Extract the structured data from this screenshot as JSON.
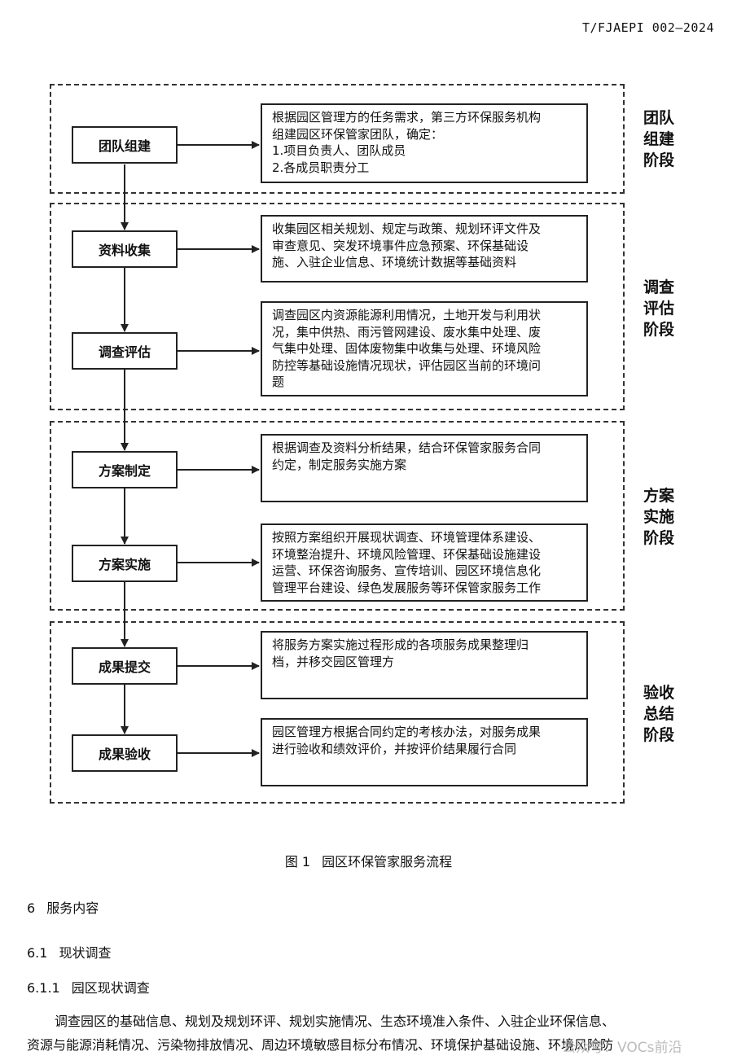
{
  "header": {
    "doc_id": "T/FJAEPI 002—2024"
  },
  "figure": {
    "stages": [
      {
        "label_lines": [
          "团队",
          "组建",
          "阶段"
        ]
      },
      {
        "label_lines": [
          "调查",
          "评估",
          "阶段"
        ]
      },
      {
        "label_lines": [
          "方案",
          "实施",
          "阶段"
        ]
      },
      {
        "label_lines": [
          "验收",
          "总结",
          "阶段"
        ]
      }
    ],
    "steps": [
      {
        "label": "团队组建",
        "desc_lines": [
          "根据园区管理方的任务需求，第三方环保服务机构",
          "组建园区环保管家团队，确定：",
          "1.项目负责人、团队成员",
          "2.各成员职责分工"
        ]
      },
      {
        "label": "资料收集",
        "desc_lines": [
          "收集园区相关规划、规定与政策、规划环评文件及",
          "审查意见、突发环境事件应急预案、环保基础设",
          "施、入驻企业信息、环境统计数据等基础资料"
        ]
      },
      {
        "label": "调查评估",
        "desc_lines": [
          "调查园区内资源能源利用情况，土地开发与利用状",
          "况，集中供热、雨污管网建设、废水集中处理、废",
          "气集中处理、固体废物集中收集与处理、环境风险",
          "防控等基础设施情况现状，评估园区当前的环境问",
          "题"
        ]
      },
      {
        "label": "方案制定",
        "desc_lines": [
          "根据调查及资料分析结果，结合环保管家服务合同",
          "约定，制定服务实施方案"
        ]
      },
      {
        "label": "方案实施",
        "desc_lines": [
          "按照方案组织开展现状调查、环境管理体系建设、",
          "环境整治提升、环境风险管理、环保基础设施建设",
          "运营、环保咨询服务、宣传培训、园区环境信息化",
          "管理平台建设、绿色发展服务等环保管家服务工作"
        ]
      },
      {
        "label": "成果提交",
        "desc_lines": [
          "将服务方案实施过程形成的各项服务成果整理归",
          "档，并移交园区管理方"
        ]
      },
      {
        "label": "成果验收",
        "desc_lines": [
          "园区管理方根据合同约定的考核办法，对服务成果",
          "进行验收和绩效评价，并按评价结果履行合同"
        ]
      }
    ],
    "caption_number": "图 1",
    "caption_title": "园区环保管家服务流程"
  },
  "section": {
    "h1_num": "6",
    "h1_title": "服务内容",
    "h2_num": "6.1",
    "h2_title": "现状调查",
    "h3_num": "6.1.1",
    "h3_title": "园区现状调查",
    "para_line1": "调查园区的基础信息、规划及规划环评、规划实施情况、生态环境准入条件、入驻企业环保信息、",
    "para_line2": "资源与能源消耗情况、污染物排放情况、周边环境敏感目标分布情况、环境保护基础设施、环境风险防"
  },
  "watermark": "公众号：VOCs前沿"
}
